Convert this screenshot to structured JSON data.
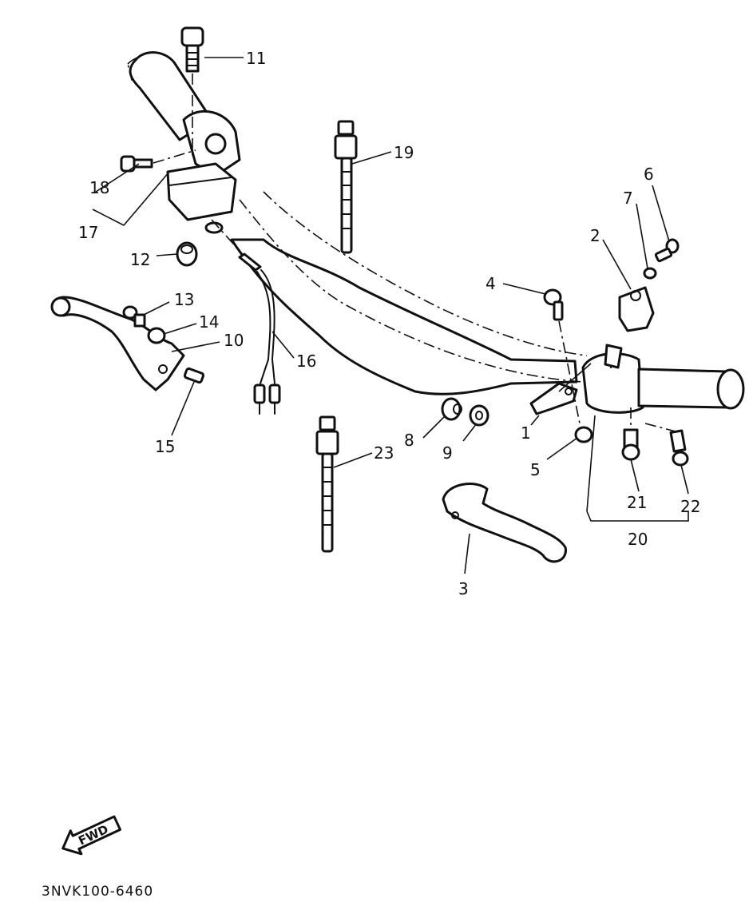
{
  "diagram": {
    "part_numbers": {
      "p1": "1",
      "p2": "2",
      "p3": "3",
      "p4": "4",
      "p5": "5",
      "p6": "6",
      "p7": "7",
      "p8": "8",
      "p9": "9",
      "p10": "10",
      "p11": "11",
      "p12": "12",
      "p13": "13",
      "p14": "14",
      "p15": "15",
      "p16": "16",
      "p17": "17",
      "p18": "18",
      "p19": "19",
      "p20": "20",
      "p21": "21",
      "p22": "22",
      "p23": "23"
    },
    "fwd_label": "FWD",
    "drawing_code": "3NVK100-6460"
  }
}
